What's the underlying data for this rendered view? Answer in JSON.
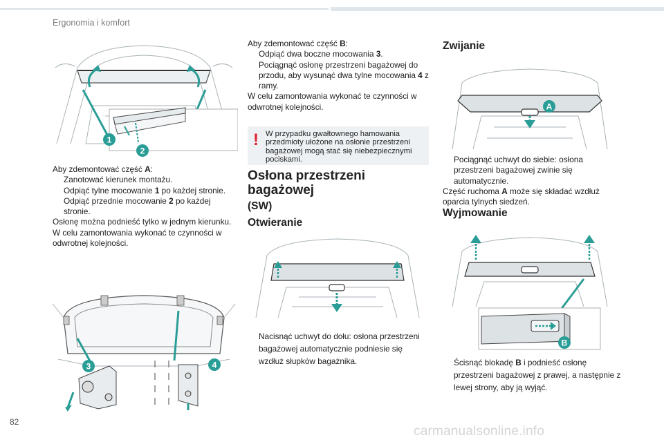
{
  "header": {
    "section": "Ergonomia i komfort"
  },
  "page_number": "82",
  "watermark": "carmanualsonline.info",
  "callouts": {
    "n1": "1",
    "n2": "2",
    "n3": "3",
    "n4": "4",
    "A": "A",
    "B": "B"
  },
  "col1": {
    "intro": "Aby zdemontować część ",
    "intro_part": "A",
    "intro_end": ":",
    "b1": "Zanotować kierunek montażu.",
    "b2_pre": "Odpiąć tylne mocowanie ",
    "b2_num": "1",
    "b2_post": " po każdej stronie.",
    "b3_pre": "Odpiąć przednie mocowanie ",
    "b3_num": "2",
    "b3_post": " po każdej stronie.",
    "p1": "Osłonę można podnieść tylko w jednym kierunku.",
    "p2": "W celu zamontowania wykonać te czynności w odwrotnej kolejności."
  },
  "col2": {
    "intro": "Aby zdemontować część ",
    "intro_part": "B",
    "intro_end": ":",
    "b1_pre": "Odpiąć dwa boczne mocowania ",
    "b1_num": "3",
    "b1_post": ".",
    "b2_pre": "Pociągnąć osłonę przestrzeni bagażowej do przodu, aby wysunąć dwa tylne mocowania ",
    "b2_num": "4",
    "b2_post": " z ramy.",
    "p1": "W celu zamontowania wykonać te czynności w odwrotnej kolejności.",
    "warning": "W przypadku gwałtownego hamowania przedmioty ułożone na osłonie przestrzeni bagażowej mogą stać się niebezpiecznymi pociskami.",
    "title": "Osłona przestrzeni bagażowej",
    "subtitle": "(SW)",
    "open_title": "Otwieranie",
    "open_b1": "Nacisnąć uchwyt do dołu: osłona przestrzeni bagażowej automatycznie podniesie się wzdłuż słupków bagażnika."
  },
  "col3": {
    "roll_title": "Zwijanie",
    "roll_b1": "Pociągnąć uchwyt do siebie: osłona przestrzeni bagażowej zwinie się automatycznie.",
    "roll_p_pre": "Część ruchoma ",
    "roll_p_part": "A",
    "roll_p_post": " może się składać wzdłuż oparcia tylnych siedzeń.",
    "remove_title": "Wyjmowanie",
    "remove_b1_pre": "Ścisnąć blokadę ",
    "remove_b1_part": "B",
    "remove_b1_post": " i podnieść osłonę przestrzeni bagażowej z prawej, a następnie z lewej strony, aby ją wyjąć."
  },
  "bullet_symbol": "",
  "colors": {
    "accent": "#2a9d96",
    "warning": "#e02030",
    "line": "#9aa3a8"
  }
}
